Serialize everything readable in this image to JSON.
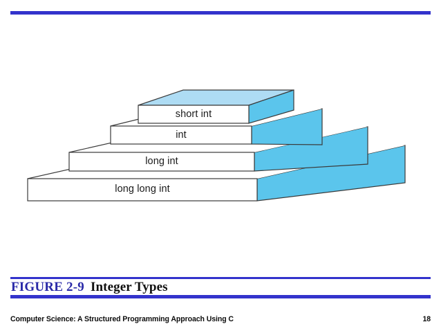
{
  "slide": {
    "background_color": "#ffffff",
    "rule_color": "#3333cc"
  },
  "figure": {
    "type": "isometric-stacked-slabs",
    "description": "Four nested slabs in isometric perspective forming a staircase, smallest on top",
    "colors": {
      "face": "#ffffff",
      "side": "#5bc5ec",
      "top": "#aedcf4",
      "outline": "#3a3a3a"
    },
    "slabs": [
      {
        "label": "short int",
        "tier": 1
      },
      {
        "label": "int",
        "tier": 2
      },
      {
        "label": "long int",
        "tier": 3
      },
      {
        "label": "long long int",
        "tier": 4
      }
    ]
  },
  "caption": {
    "tag": "FIGURE 2-9",
    "title": "Integer Types",
    "tag_color": "#2a2aa8"
  },
  "footer": {
    "text": "Computer Science: A Structured Programming Approach Using C",
    "page": "18"
  }
}
